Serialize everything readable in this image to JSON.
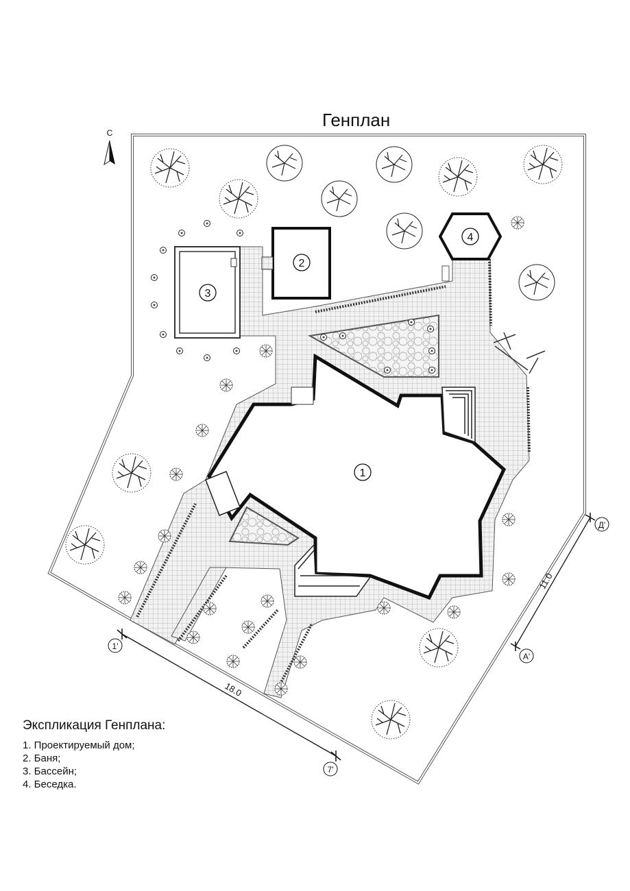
{
  "title": "Генплан",
  "north_label": "С",
  "buildings": [
    {
      "number": "1",
      "name": "Проектируемый дом"
    },
    {
      "number": "2",
      "name": "Баня"
    },
    {
      "number": "3",
      "name": "Бассейн"
    },
    {
      "number": "4",
      "name": "Беседка"
    }
  ],
  "dimensions": {
    "horizontal": {
      "value": "18.0",
      "start_axis": "1'",
      "end_axis": "7'"
    },
    "vertical": {
      "value": "11.0",
      "start_axis": "А'",
      "end_axis": "Д'"
    }
  },
  "legend": {
    "heading": "Экспликация Генплана:",
    "items": [
      "1. Проектируемый дом;",
      "2. Баня;",
      "3. Бассейн;",
      "4. Беседка."
    ]
  }
}
